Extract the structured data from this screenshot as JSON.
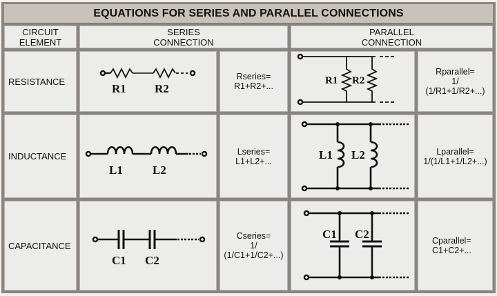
{
  "title": "EQUATIONS FOR SERIES AND PARALLEL CONNECTIONS",
  "headers": {
    "element": [
      "CIRCUIT",
      "ELEMENT"
    ],
    "series": [
      "SERIES",
      "CONNECTION"
    ],
    "parallel": [
      "PARALLEL",
      "CONNECTION"
    ]
  },
  "rows": [
    {
      "element": "RESISTANCE",
      "series_labels": [
        "R1",
        "R2"
      ],
      "series_formula": [
        "Rseries=",
        "R1+R2+..."
      ],
      "parallel_labels": [
        "R1",
        "R2"
      ],
      "parallel_formula": [
        "Rparallel=",
        "1/",
        "(1/R1+1/R2+...)"
      ]
    },
    {
      "element": "INDUCTANCE",
      "series_labels": [
        "L1",
        "L2"
      ],
      "series_formula": [
        "Lseries=",
        "L1+L2+..."
      ],
      "parallel_labels": [
        "L1",
        "L2"
      ],
      "parallel_formula": [
        "Lparallel=",
        "1/(1/L1+1/L2+...)"
      ]
    },
    {
      "element": "CAPACITANCE",
      "series_labels": [
        "C1",
        "C2"
      ],
      "series_formula": [
        "Cseries=",
        "1/",
        "(1/C1+1/C2+...)"
      ],
      "parallel_labels": [
        "C1",
        "C2"
      ],
      "parallel_formula": [
        "Cparallel=",
        "C1+C2+..."
      ]
    }
  ],
  "colors": {
    "frame": "#8a8580",
    "title_bg": "#c9c2bb",
    "cell_bg": "#ececeb",
    "ink": "#111111"
  }
}
